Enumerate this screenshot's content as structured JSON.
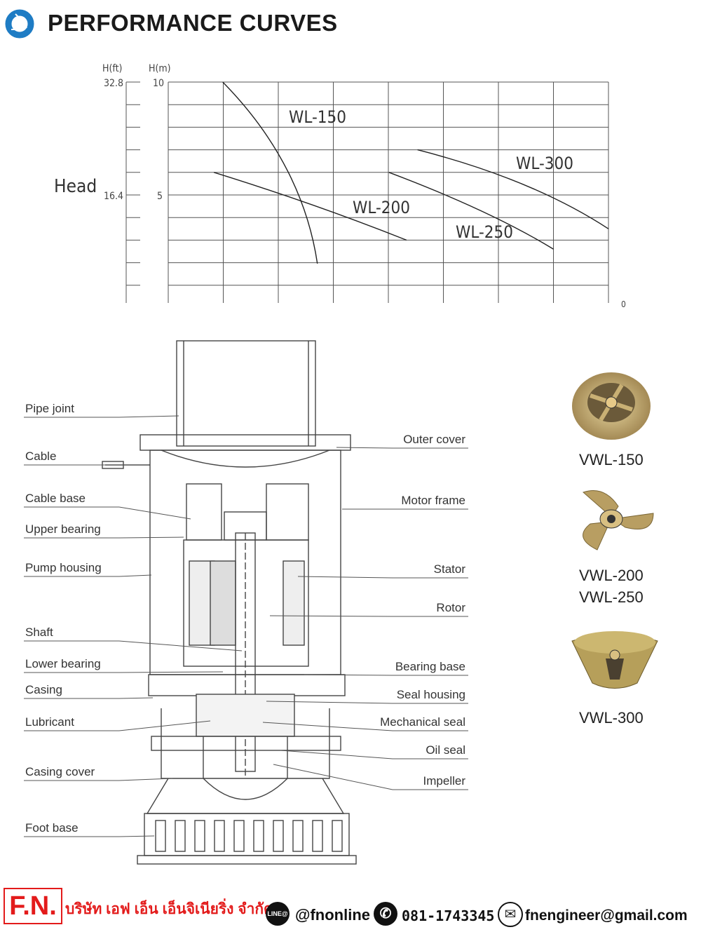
{
  "header": {
    "title": "PERFORMANCE CURVES",
    "logo_icon": "recycle-arrows-icon",
    "logo_color": "#1e7cc4"
  },
  "chart_data": {
    "type": "line",
    "title": "",
    "ylabel": "Head",
    "y_units": [
      "H(ft)",
      "H(m)"
    ],
    "y_ticks_m": [
      "10",
      "5"
    ],
    "y_ticks_ft": [
      "32.8",
      "16.4"
    ],
    "x_tick_visible": "0",
    "ylim": [
      0,
      10
    ],
    "xlim": [
      0,
      8
    ],
    "grid": true,
    "series": [
      {
        "name": "WL-150",
        "points": [
          [
            0.99,
            10
          ],
          [
            2.04,
            7.4
          ],
          [
            2.55,
            4.6
          ],
          [
            2.71,
            1.96
          ]
        ]
      },
      {
        "name": "WL-200",
        "points": [
          [
            0.83,
            6.0
          ],
          [
            2.68,
            4.6
          ],
          [
            4.33,
            3.0
          ]
        ]
      },
      {
        "name": "WL-250",
        "points": [
          [
            4.01,
            6.0
          ],
          [
            5.86,
            4.3
          ],
          [
            7.0,
            2.6
          ]
        ]
      },
      {
        "name": "WL-300",
        "points": [
          [
            4.53,
            7.0
          ],
          [
            6.62,
            5.7
          ],
          [
            8.0,
            3.5
          ]
        ]
      }
    ]
  },
  "diagram": {
    "left_labels": [
      "Pipe joint",
      "Cable",
      "Cable base",
      "Upper bearing",
      "Pump housing",
      "Shaft",
      "Lower bearing",
      "Casing",
      "Lubricant",
      "Casing cover",
      "Foot base"
    ],
    "right_labels": [
      "Outer cover",
      "Motor frame",
      "Stator",
      "Rotor",
      "Bearing base",
      "Seal housing",
      "Mechanical seal",
      "Oil seal",
      "Impeller"
    ]
  },
  "impellers": [
    "VWL-150",
    "VWL-200",
    "VWL-250",
    "VWL-300"
  ],
  "footer": {
    "logo": "F.N.",
    "company": "บริษัท เอฟ เอ็น เอ็นจิเนียริ่ง จำกัด",
    "line_badge": "LINE@",
    "line_id": "@fnonline",
    "phone": "081-1743345",
    "email": "fnengineer@gmail.com",
    "brand_red": "#e31b1b"
  }
}
